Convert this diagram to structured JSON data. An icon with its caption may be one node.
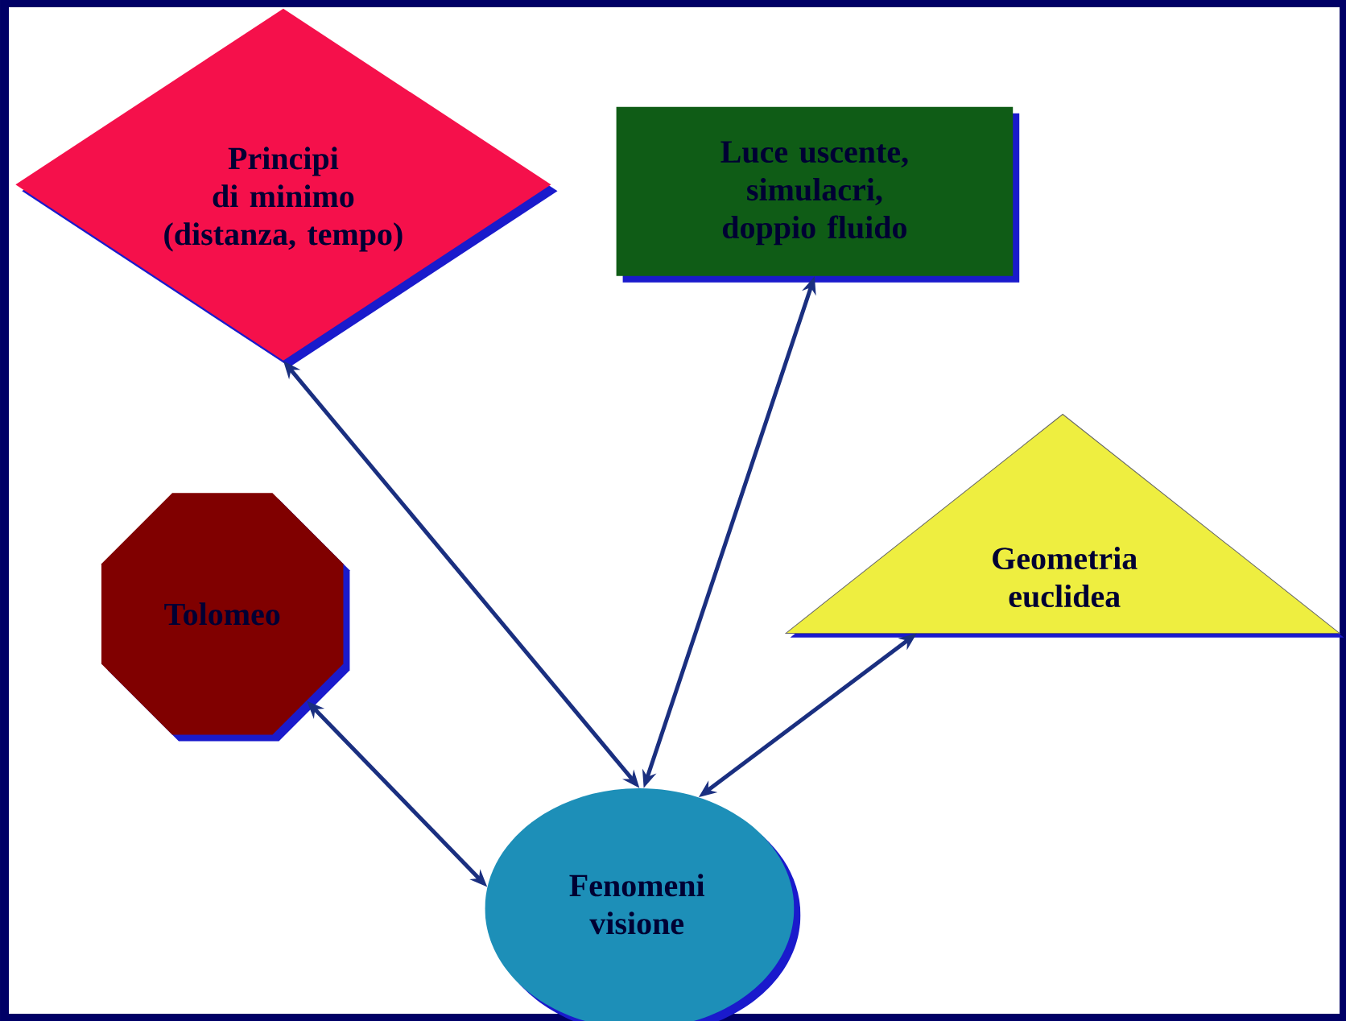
{
  "diagram": {
    "nodes": [
      {
        "text": [
          "Principi di minimo (distanza, tempo)"
        ]
      },
      {
        "text": [
          "Luce uscente, simulacri, doppio fluido"
        ]
      },
      {
        "text": [
          "Geometria euclidea"
        ]
      },
      {
        "text": [
          "Tolomeo"
        ]
      },
      {
        "text": [
          "Fenomeni visione"
        ]
      }
    ],
    "edges": [
      {
        "from": 4,
        "to": 0,
        "arrow": "both"
      },
      {
        "from": 4,
        "to": 1,
        "arrow": "both"
      },
      {
        "from": 4,
        "to": 2,
        "arrow": "both"
      },
      {
        "from": 4,
        "to": 3,
        "arrow": "both"
      }
    ]
  }
}
